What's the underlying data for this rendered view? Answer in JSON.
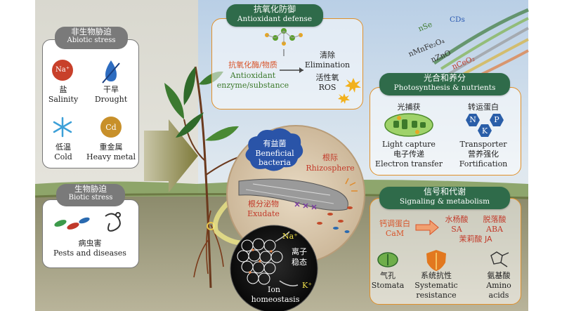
{
  "antioxidant": {
    "title_zh": "抗氧化防御",
    "title_en": "Antioxidant defense",
    "enzyme_zh": "抗氧化酶/物质",
    "enzyme_en_1": "Antioxidant",
    "enzyme_en_2": "enzyme/substance",
    "clear_zh": "清除",
    "clear_en": "Elimination",
    "ros_zh": "活性氧",
    "ros_en": "ROS"
  },
  "nanomaterials": [
    "CDs",
    "nSe",
    "nMnFe₂O₄",
    "nZnO",
    "nCeO₂"
  ],
  "abiotic": {
    "title_zh": "非生物胁迫",
    "title_en": "Abiotic stress",
    "na_symbol": "Na⁺",
    "cd_symbol": "Cd",
    "items": [
      {
        "zh": "盐",
        "en": "Salinity"
      },
      {
        "zh": "干旱",
        "en": "Drought"
      },
      {
        "zh": "低温",
        "en": "Cold"
      },
      {
        "zh": "重金属",
        "en": "Heavy metal"
      }
    ]
  },
  "biotic": {
    "title_zh": "生物胁迫",
    "title_en": "Biotic stress",
    "item_zh": "病虫害",
    "item_en": "Pests and diseases"
  },
  "photosynthesis": {
    "title_zh": "光合和养分",
    "title_en": "Photosynthesis & nutrients",
    "capture_zh": "光捕获",
    "transporter_zh": "转运蛋白",
    "nutrients": [
      "N",
      "P",
      "K"
    ],
    "left_en": "Light capture",
    "left_zh": "电子传递",
    "left_en2": "Electron transfer",
    "right_en": "Transporter",
    "right_zh": "营养强化",
    "right_en2": "Fortification"
  },
  "rhizosphere": {
    "bacteria_zh": "有益菌",
    "bacteria_en_1": "Beneficial",
    "bacteria_en_2": "bacteria",
    "rhizo_zh": "根际",
    "rhizo_en": "Rhizosphere",
    "exudate_zh": "根分泌物",
    "exudate_en": "Exudate"
  },
  "ion": {
    "na": "Na⁺",
    "k": "K⁺",
    "zh_1": "离子",
    "zh_2": "稳态",
    "en_1": "Ion",
    "en_2": "homeostasis"
  },
  "signaling": {
    "title_zh": "信号和代谢",
    "title_en": "Signaling & metabolism",
    "cam_zh": "钙调蛋白",
    "cam_en": "CaM",
    "sa_zh": "水杨酸",
    "sa_en": "SA",
    "aba_zh": "脱落酸",
    "aba_en": "ABA",
    "ja": "茉莉酸 JA",
    "stomata_zh": "气孔",
    "stomata_en": "Stomata",
    "sys_zh": "系统抗性",
    "sys_en_1": "Systematic",
    "sys_en_2": "resistance",
    "amino_zh": "氨基酸",
    "amino_en_1": "Amino",
    "amino_en_2": "acids"
  },
  "colors": {
    "banner_green": "#2f6b4a",
    "panel_orange": "#e0902a",
    "accent_red": "#d8542a"
  }
}
